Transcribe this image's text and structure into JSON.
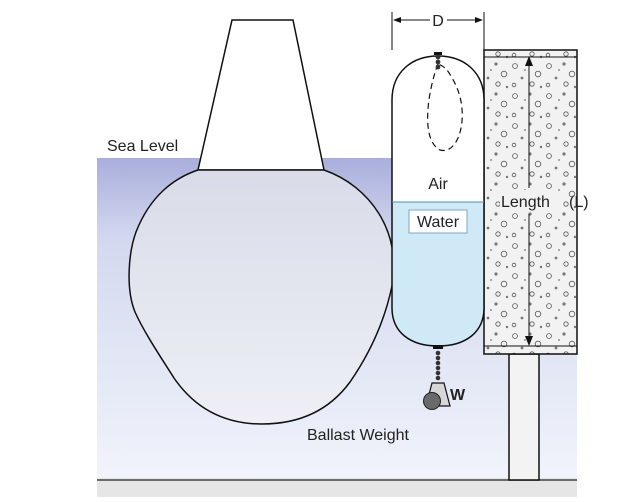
{
  "diagram": {
    "labels": {
      "sea_level": "Sea Level",
      "dimension_d": "D",
      "air": "Air",
      "water": "Water",
      "length": "Length",
      "length_symbol": "(L)",
      "weight_symbol": "W",
      "ballast": "Ballast Weight"
    },
    "colors": {
      "sea_top": "#a9aedc",
      "sea_bottom": "#eef2fa",
      "water": "#cfeaf6",
      "hull": "#e6e7f0",
      "wall": "#eeeeee",
      "outline": "#111111"
    }
  }
}
